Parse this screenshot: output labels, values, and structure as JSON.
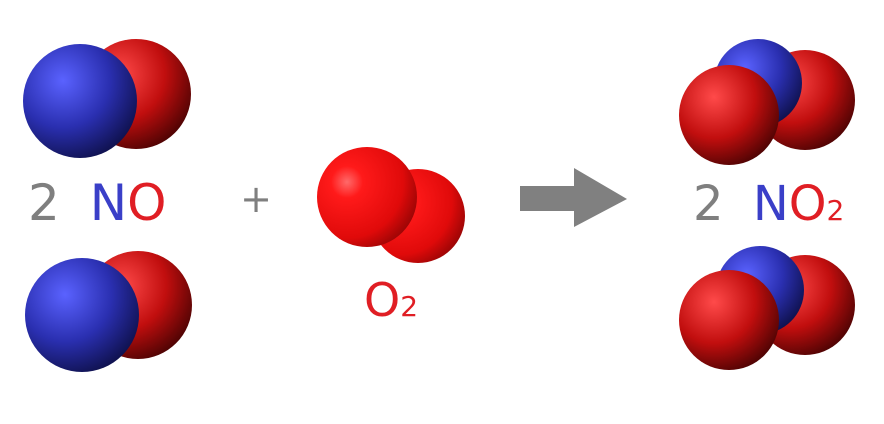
{
  "colors": {
    "nitrogen": "#3a3fc8",
    "oxygen": "#e01e24",
    "coefficient": "#7f7f7f",
    "operator": "#7f7f7f",
    "arrow": "#808080"
  },
  "reactants": {
    "nitric_oxide": {
      "coefficient": "2",
      "symbol_n": "N",
      "symbol_o": "O"
    },
    "plus_sign": "+",
    "oxygen_gas": {
      "symbol": "O",
      "subscript": "2"
    }
  },
  "arrow_icon": "reaction-arrow-icon",
  "products": {
    "nitrogen_dioxide": {
      "coefficient": "2",
      "symbol_n": "N",
      "symbol_o": "O",
      "subscript": "2"
    }
  }
}
